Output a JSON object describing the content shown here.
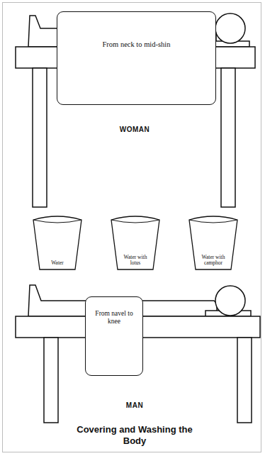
{
  "diagram": {
    "caption": "Covering and Washing the Body",
    "nodes": [
      {
        "text": [
          "From neck to mid-shin"
        ]
      },
      {
        "text": [
          "Water"
        ]
      },
      {
        "text": [
          "Water with lotus"
        ]
      },
      {
        "text": [
          "Water with camphor"
        ]
      },
      {
        "text": [
          "From navel to knee"
        ]
      }
    ],
    "labels": [
      "WOMAN",
      "MAN"
    ]
  }
}
